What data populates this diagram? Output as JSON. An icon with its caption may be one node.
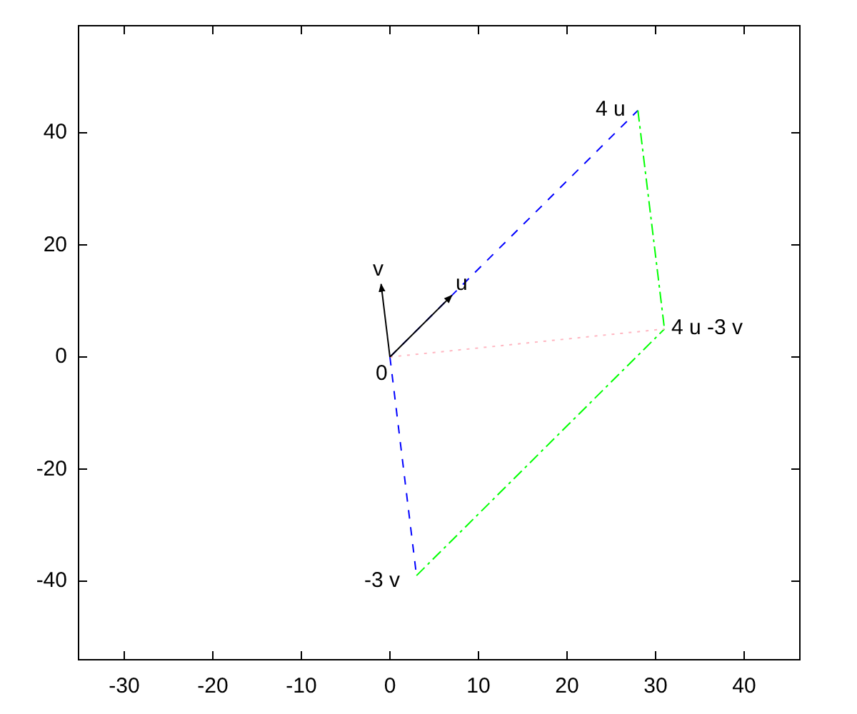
{
  "diagram": {
    "nodes": [
      {
        "text": [
          "0"
        ]
      },
      {
        "text": [
          "u"
        ]
      },
      {
        "text": [
          "v"
        ]
      },
      {
        "text": [
          "4 u"
        ]
      },
      {
        "text": [
          "4 u -3 v"
        ]
      },
      {
        "text": [
          "-3 v"
        ]
      }
    ],
    "edges": [
      {
        "from": 0,
        "to": 3,
        "arrow": "none",
        "style": "dashed",
        "color": "#0000ff"
      },
      {
        "from": 0,
        "to": 5,
        "arrow": "none",
        "style": "dashed",
        "color": "#0000ff"
      },
      {
        "from": 3,
        "to": 4,
        "arrow": "none",
        "style": "dashed",
        "color": "#00ff00"
      },
      {
        "from": 5,
        "to": 4,
        "arrow": "none",
        "style": "dashed",
        "color": "#00ff00"
      },
      {
        "from": 0,
        "to": 4,
        "arrow": "none",
        "style": "dashed",
        "color": "#ffb6c1"
      },
      {
        "from": 0,
        "to": 1,
        "arrow": "to",
        "color": "#000000"
      },
      {
        "from": 0,
        "to": 2,
        "arrow": "to",
        "color": "#000000"
      }
    ],
    "labels": [
      "40",
      "20",
      "0",
      "-20",
      "-40",
      "-30",
      "-20",
      "-10",
      "0",
      "10",
      "20",
      "30",
      "40"
    ]
  }
}
